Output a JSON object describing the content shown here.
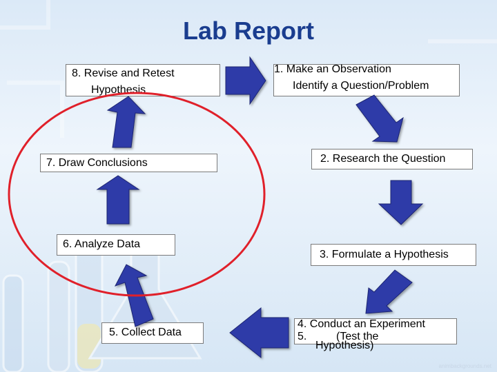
{
  "title": "Lab Report",
  "steps": {
    "step8": {
      "line1": "8.  Revise and Retest",
      "line2": "Hypothesis"
    },
    "step1": {
      "line1": "1.  Make an Observation",
      "line2": "Identify a Question/Problem"
    },
    "step7": {
      "line1": "7.  Draw Conclusions"
    },
    "step2": {
      "line1": "2.  Research the Question"
    },
    "step6": {
      "line1": "6.  Analyze Data"
    },
    "step3": {
      "line1": "3.  Formulate a Hypothesis"
    },
    "step5": {
      "line1": "5.  Collect Data"
    },
    "step4": {
      "line1": "4.  Conduct an Experiment",
      "line2a": "5.",
      "line2b": "(Test the",
      "line3": "Hypothesis)"
    }
  },
  "colors": {
    "title": "#1a3d8f",
    "arrow": "#2e3aa8",
    "circle": "#e0202a"
  },
  "watermark": "animbackgrounds.net"
}
